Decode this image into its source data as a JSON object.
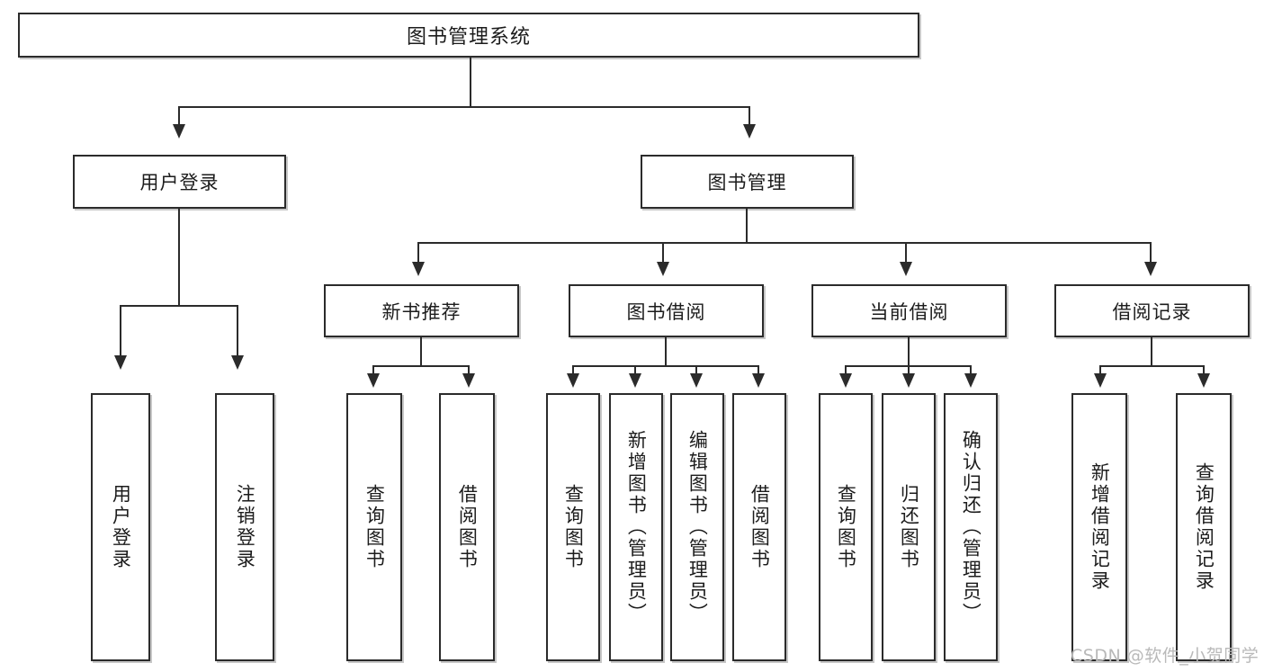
{
  "diagram": {
    "type": "tree",
    "title": "图书管理系统",
    "orientation": "top-down",
    "watermark": "CSDN @软件_小贺同学",
    "colors": {
      "box_border": "#2b2b2b",
      "box_fill": "#ffffff",
      "connector": "#2b2b2b",
      "text": "#1c1c1c",
      "watermark": "#b9b9b9",
      "background": "#ffffff"
    },
    "nodes": {
      "root": {
        "label": "图书管理系统"
      },
      "level2": [
        {
          "label": "用户登录"
        },
        {
          "label": "图书管理"
        }
      ],
      "level3": [
        {
          "label": "新书推荐"
        },
        {
          "label": "图书借阅"
        },
        {
          "label": "当前借阅"
        },
        {
          "label": "借阅记录"
        }
      ],
      "leaves_user_login": [
        {
          "label": "用户登录"
        },
        {
          "label": "注销登录"
        }
      ],
      "leaves_new_books": [
        {
          "label": "查询图书"
        },
        {
          "label": "借阅图书"
        }
      ],
      "leaves_borrow": [
        {
          "label": "查询图书"
        },
        {
          "label": "新增图书（管理员）"
        },
        {
          "label": "编辑图书（管理员）"
        },
        {
          "label": "借阅图书"
        }
      ],
      "leaves_current": [
        {
          "label": "查询图书"
        },
        {
          "label": "归还图书"
        },
        {
          "label": "确认归还（管理员）"
        }
      ],
      "leaves_records": [
        {
          "label": "新增借阅记录"
        },
        {
          "label": "查询借阅记录"
        }
      ]
    }
  }
}
